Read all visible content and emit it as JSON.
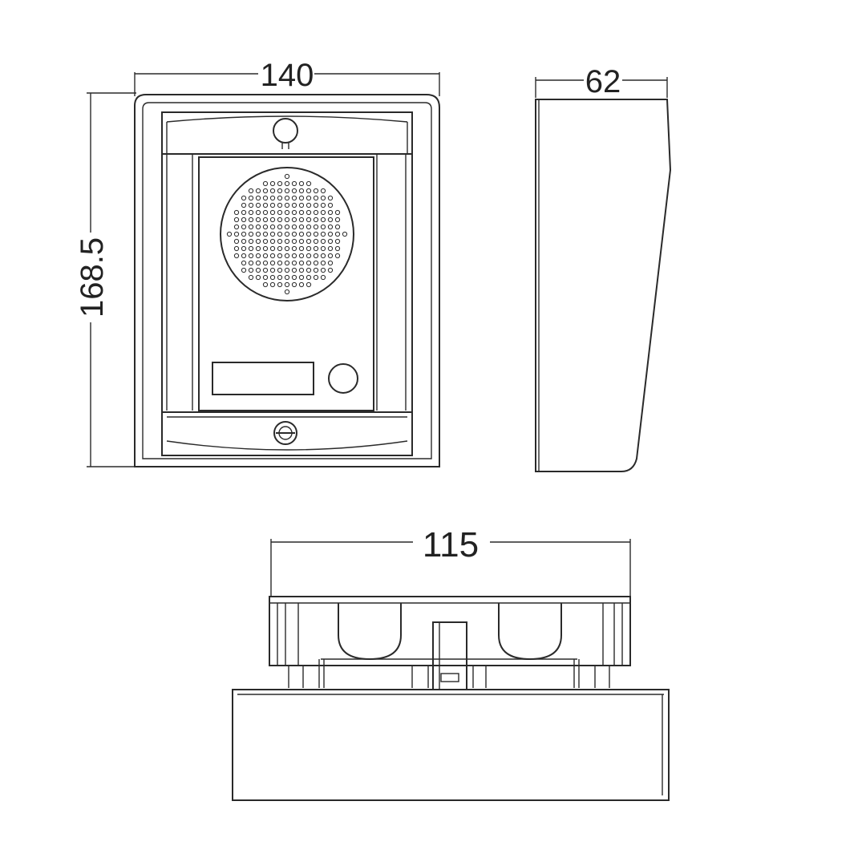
{
  "dimensions": {
    "width": "140",
    "depth": "62",
    "height": "168.5",
    "bottom_width": "115"
  },
  "colors": {
    "line": "#2a2a2a",
    "background": "#ffffff"
  }
}
